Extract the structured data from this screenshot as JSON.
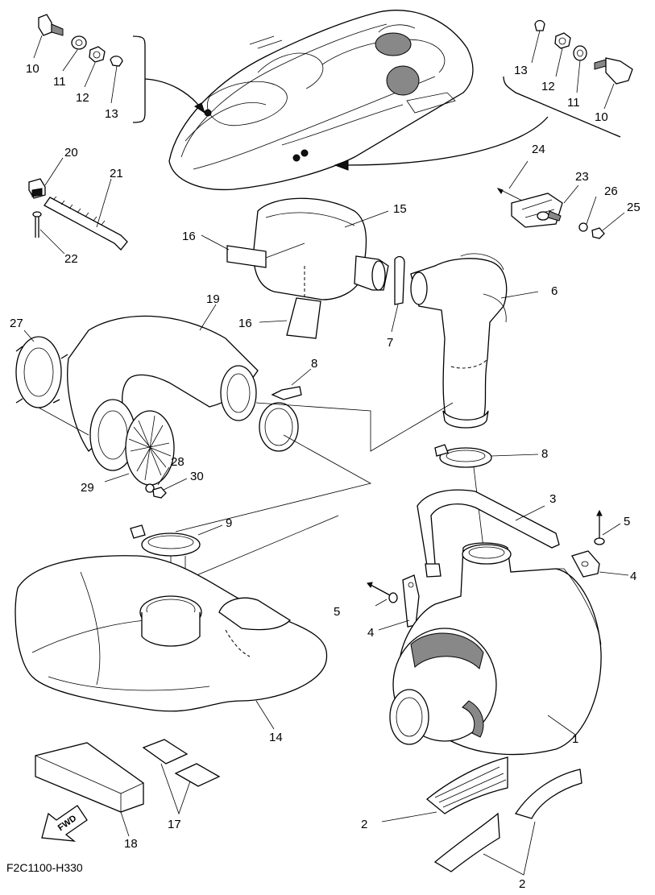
{
  "diagram_code": "F2C1100-H330",
  "fwd_label": "FWD",
  "callouts": {
    "c10a": "10",
    "c11a": "11",
    "c12a": "12",
    "c13a": "13",
    "c13b": "13",
    "c12b": "12",
    "c11b": "11",
    "c10b": "10",
    "c20": "20",
    "c21": "21",
    "c22": "22",
    "c24": "24",
    "c23": "23",
    "c26": "26",
    "c25": "25",
    "c15": "15",
    "c16a": "16",
    "c16b": "16",
    "c7": "7",
    "c6": "6",
    "c19": "19",
    "c27": "27",
    "c8a": "8",
    "c8b": "8",
    "c28": "28",
    "c30": "30",
    "c29": "29",
    "c9": "9",
    "c3": "3",
    "c5a": "5",
    "c4a": "4",
    "c5b": "5",
    "c4b": "4",
    "c14": "14",
    "c1": "1",
    "c18": "18",
    "c17": "17",
    "c2a": "2",
    "c2b": "2"
  }
}
